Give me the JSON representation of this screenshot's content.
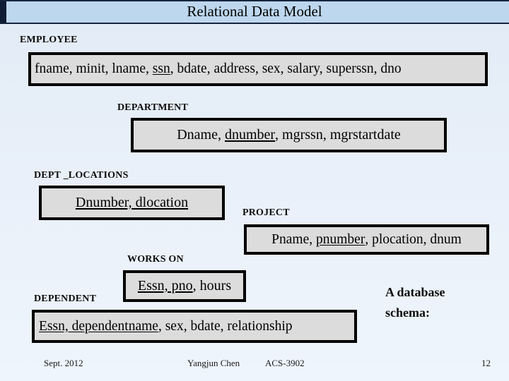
{
  "title": "Relational Data Model",
  "relations": [
    {
      "name": "EMPLOYEE",
      "prefix": "fname, minit, lname, ",
      "key": "ssn",
      "suffix": ", bdate, address, sex, salary, superssn, dno"
    },
    {
      "name": "DEPARTMENT",
      "prefix": "Dname, ",
      "key": "dnumber",
      "suffix": ", mgrssn, mgrstartdate"
    },
    {
      "name": "DEPT _LOCATIONS",
      "prefix": "",
      "key": "Dnumber, dlocation",
      "suffix": ""
    },
    {
      "name": "PROJECT",
      "prefix": "Pname, ",
      "key": "pnumber",
      "suffix": ", plocation, dnum"
    },
    {
      "name": "WORKS ON",
      "prefix": "",
      "key": "Essn, pno",
      "suffix": ", hours"
    },
    {
      "name": "DEPENDENT",
      "prefix": "",
      "key": "Essn, dependentname",
      "suffix": ", sex, bdate, relationship"
    }
  ],
  "caption": {
    "line1": "A database",
    "line2": "schema:"
  },
  "footer": {
    "date": "Sept. 2012",
    "author": "Yangjun Chen",
    "course": "ACS-3902",
    "page_number": "12"
  },
  "colors": {
    "banner_bg": "#bdd7ee",
    "banner_border": "#16243f",
    "box_bg": "#dcdcdc",
    "box_border": "#000000"
  }
}
